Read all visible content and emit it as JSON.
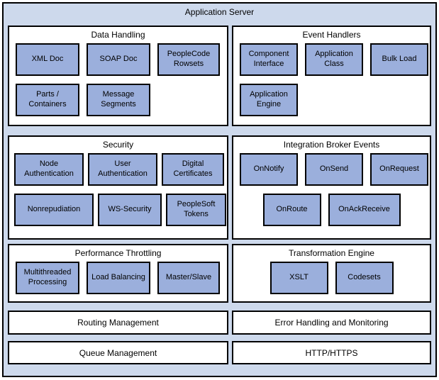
{
  "diagram": {
    "title": "Application Server",
    "colors": {
      "outer_bg": "#CDD9EC",
      "box_bg": "#9BAFDC",
      "section_bg": "#FFFFFF",
      "border": "#000000",
      "text": "#000000"
    },
    "sections": {
      "data_handling": {
        "title": "Data Handling",
        "boxes": {
          "row1": [
            "XML Doc",
            "SOAP Doc",
            "PeopleCode Rowsets"
          ],
          "row2": [
            "Parts / Containers",
            "Message Segments"
          ]
        }
      },
      "event_handlers": {
        "title": "Event Handlers",
        "boxes": {
          "row1": [
            "Component Interface",
            "Application Class",
            "Bulk Load"
          ],
          "row2": [
            "Application Engine"
          ]
        }
      },
      "security": {
        "title": "Security",
        "boxes": {
          "row1": [
            "Node Authentication",
            "User Authentication",
            "Digital Certificates"
          ],
          "row2": [
            "Nonrepudiation",
            "WS-Security",
            "PeopleSoft Tokens"
          ]
        }
      },
      "integration_broker_events": {
        "title": "Integration Broker Events",
        "boxes": {
          "row1": [
            "OnNotify",
            "OnSend",
            "OnRequest"
          ],
          "row2": [
            "OnRoute",
            "OnAckReceive"
          ]
        }
      },
      "performance_throttling": {
        "title": "Performance Throttling",
        "boxes": {
          "row1": [
            "Multithreaded Processing",
            "Load Balancing",
            "Master/Slave"
          ]
        }
      },
      "transformation_engine": {
        "title": "Transformation Engine",
        "boxes": {
          "row1": [
            "XSLT",
            "Codesets"
          ]
        }
      }
    },
    "bars": {
      "routing": "Routing Management",
      "error": "Error Handling and Monitoring",
      "queue": "Queue Management",
      "http": "HTTP/HTTPS"
    }
  }
}
